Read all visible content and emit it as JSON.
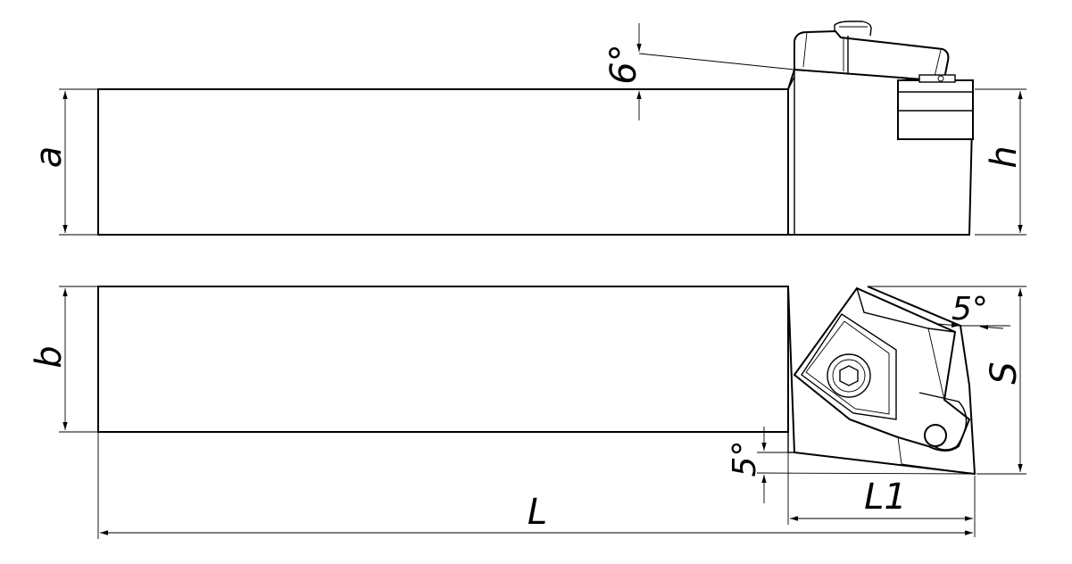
{
  "labels": {
    "a": "a",
    "b": "b",
    "h": "h",
    "S": "S",
    "L": "L",
    "L1": "L1",
    "angle_top": "6°",
    "angle_right": "5°",
    "angle_bottom": "5°"
  },
  "colors": {
    "line": "#000000",
    "background": "#ffffff"
  }
}
